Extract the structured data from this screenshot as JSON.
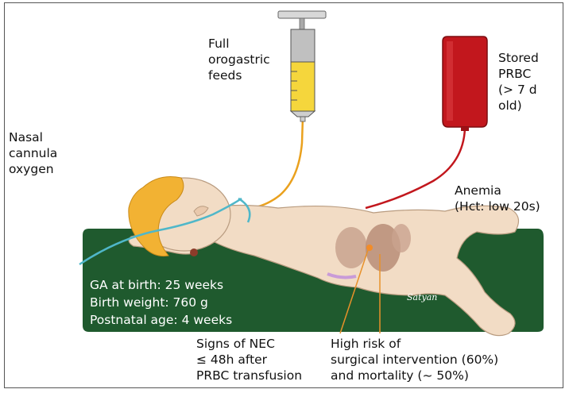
{
  "labels": {
    "feeds": "Full\norogastric\nfeeds",
    "prbc": "Stored\nPRBC\n(> 7 d\nold)",
    "oxygen": "Nasal\ncannula\noxygen",
    "anemia": "Anemia\n(Hct: low 20s)",
    "nec": "Signs of NEC\n≤ 48h after\nPRBC transfusion",
    "risk": "High risk of\nsurgical intervention (60%)\nand mortality (~ 50%)"
  },
  "patient": {
    "ga": "GA at birth: 25 weeks",
    "weight": "Birth weight: 760 g",
    "age": "Postnatal age: 4 weeks"
  },
  "signature": "Satyan",
  "colors": {
    "mat": "#1f5a2e",
    "skin": "#f2dcc5",
    "cap": "#f2b233",
    "blood": "#c2171d",
    "feed": "#f5d63c",
    "cannula": "#4fb7c9"
  }
}
